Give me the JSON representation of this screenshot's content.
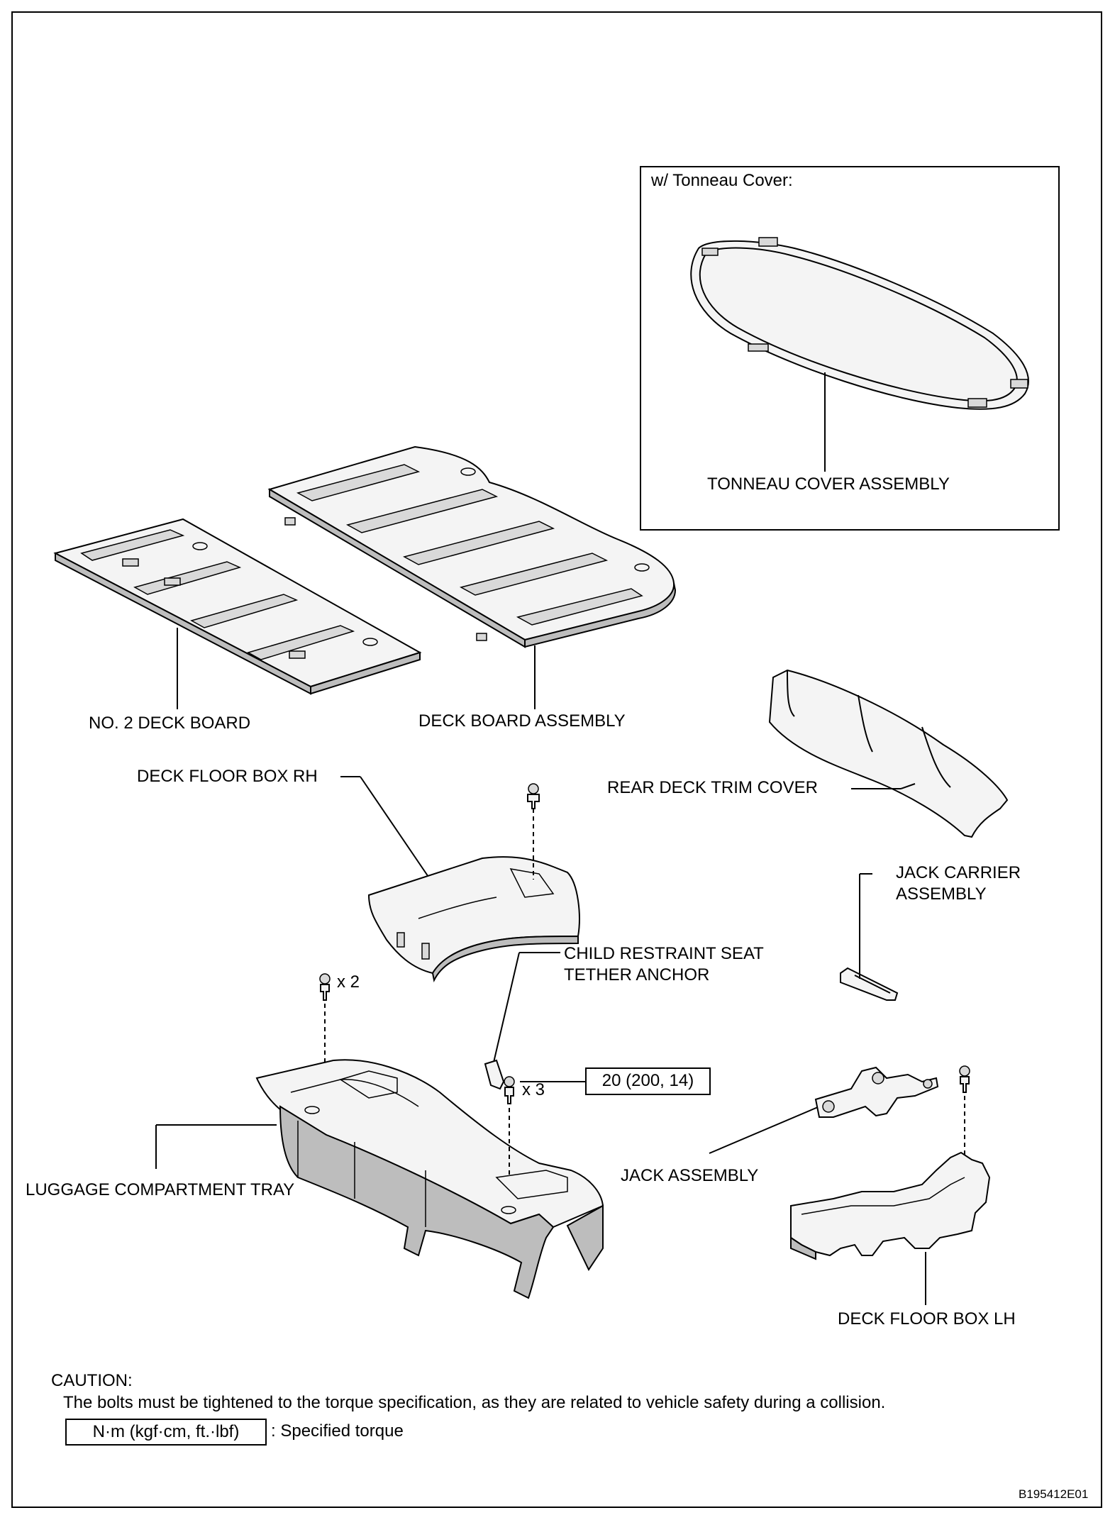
{
  "inset": {
    "title": "w/ Tonneau Cover:",
    "tonneau_label": "TONNEAU COVER ASSEMBLY"
  },
  "labels": {
    "no2_deck_board": "NO. 2 DECK BOARD",
    "deck_board_assembly": "DECK BOARD ASSEMBLY",
    "deck_floor_box_rh": "DECK FLOOR BOX RH",
    "rear_deck_trim_cover": "REAR DECK TRIM COVER",
    "jack_carrier_assembly": "JACK CARRIER\nASSEMBLY",
    "child_restraint": "CHILD RESTRAINT SEAT\nTETHER ANCHOR",
    "x2": "x 2",
    "x3": "x 3",
    "torque_value": "20 (200, 14)",
    "jack_assembly": "JACK ASSEMBLY",
    "luggage_tray": "LUGGAGE COMPARTMENT TRAY",
    "deck_floor_box_lh": "DECK FLOOR BOX LH"
  },
  "caution": {
    "heading": "CAUTION:",
    "text": "The bolts must be tightened to the torque specification, as they are related to vehicle safety during a collision.",
    "legend_box": "N·m (kgf·cm, ft.·lbf)",
    "legend_text": ": Specified torque"
  },
  "figure_id": "B195412E01"
}
